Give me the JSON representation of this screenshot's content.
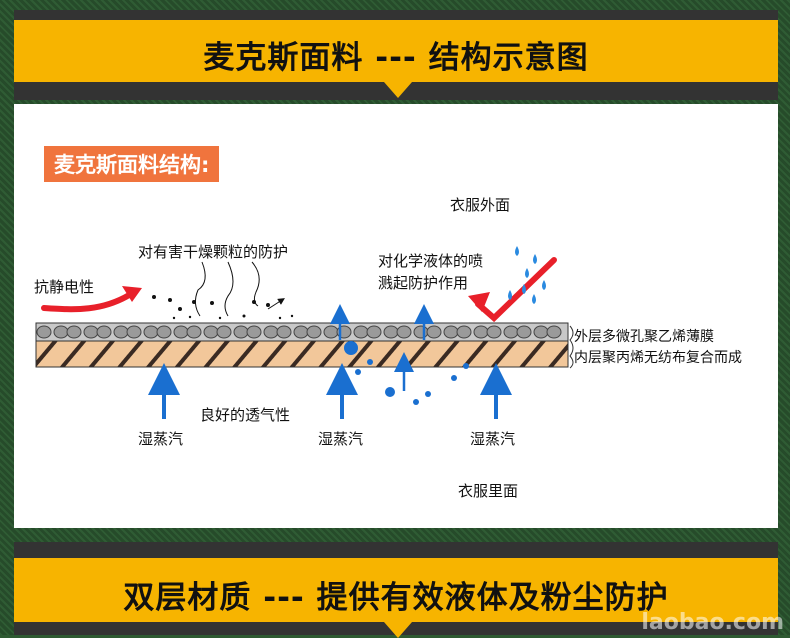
{
  "header": {
    "title": "麦克斯面料 --- 结构示意图"
  },
  "diagram": {
    "tag": "麦克斯面料结构:",
    "outer_face": "衣服外面",
    "inner_face": "衣服里面",
    "antistatic": "抗静电性",
    "dust_protect": "对有害干燥颗粒的防护",
    "liquid_protect_line1": "对化学液体的喷",
    "liquid_protect_line2": "溅起防护作用",
    "layer_outer": "外层多微孔聚乙烯薄膜",
    "layer_inner": "内层聚丙烯无纺布复合而成",
    "breathability": "良好的透气性",
    "vapor_1": "湿蒸汽",
    "vapor_2": "湿蒸汽",
    "vapor_3": "湿蒸汽",
    "colors": {
      "blue": "#1a6fd0",
      "red": "#e8202a",
      "film": "#c8c8c8",
      "fabric": "#f2c79a",
      "band": "#f7b400"
    }
  },
  "footer": {
    "title": "双层材质 --- 提供有效液体及粉尘防护"
  },
  "watermark": "laobao.com"
}
